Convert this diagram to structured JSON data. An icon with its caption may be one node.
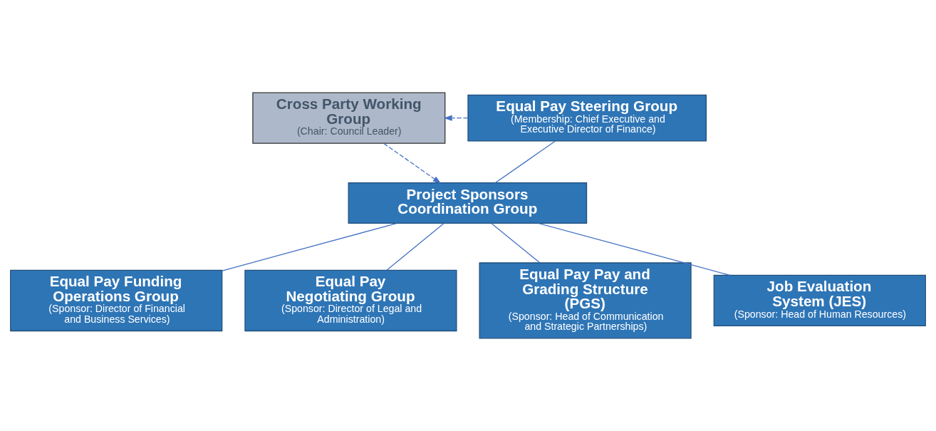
{
  "diagram": {
    "nodes": [
      {
        "text": [
          "Cross Party Working Group",
          "(Chair: Council Leader)"
        ]
      },
      {
        "text": [
          "Equal Pay Steering Group",
          "(Membership: Chief Executive and Executive Director of Finance)"
        ]
      },
      {
        "text": [
          "Project Sponsors Coordination Group"
        ]
      },
      {
        "text": [
          "Equal Pay Funding Operations Group",
          "(Sponsor: Director of Financial and Business Services)"
        ]
      },
      {
        "text": [
          "Equal Pay Negotiating Group",
          "(Sponsor: Director of Legal and Administration)"
        ]
      },
      {
        "text": [
          "Equal Pay Pay and Grading Structure (PGS)",
          "(Sponsor: Head of Communication and Strategic Partnerships)"
        ]
      },
      {
        "text": [
          "Job Evaluation System (JES)",
          "(Sponsor: Head of Human Resources)"
        ]
      }
    ],
    "edges": [
      {
        "from": 1,
        "to": 0,
        "arrow": "to",
        "style": "dashed"
      },
      {
        "from": 0,
        "to": 2,
        "arrow": "to",
        "style": "dashed"
      },
      {
        "from": 1,
        "to": 2,
        "arrow": "none"
      },
      {
        "from": 2,
        "to": 3,
        "arrow": "none"
      },
      {
        "from": 2,
        "to": 4,
        "arrow": "none"
      },
      {
        "from": 2,
        "to": 5,
        "arrow": "none"
      },
      {
        "from": 2,
        "to": 6,
        "arrow": "none"
      }
    ]
  }
}
